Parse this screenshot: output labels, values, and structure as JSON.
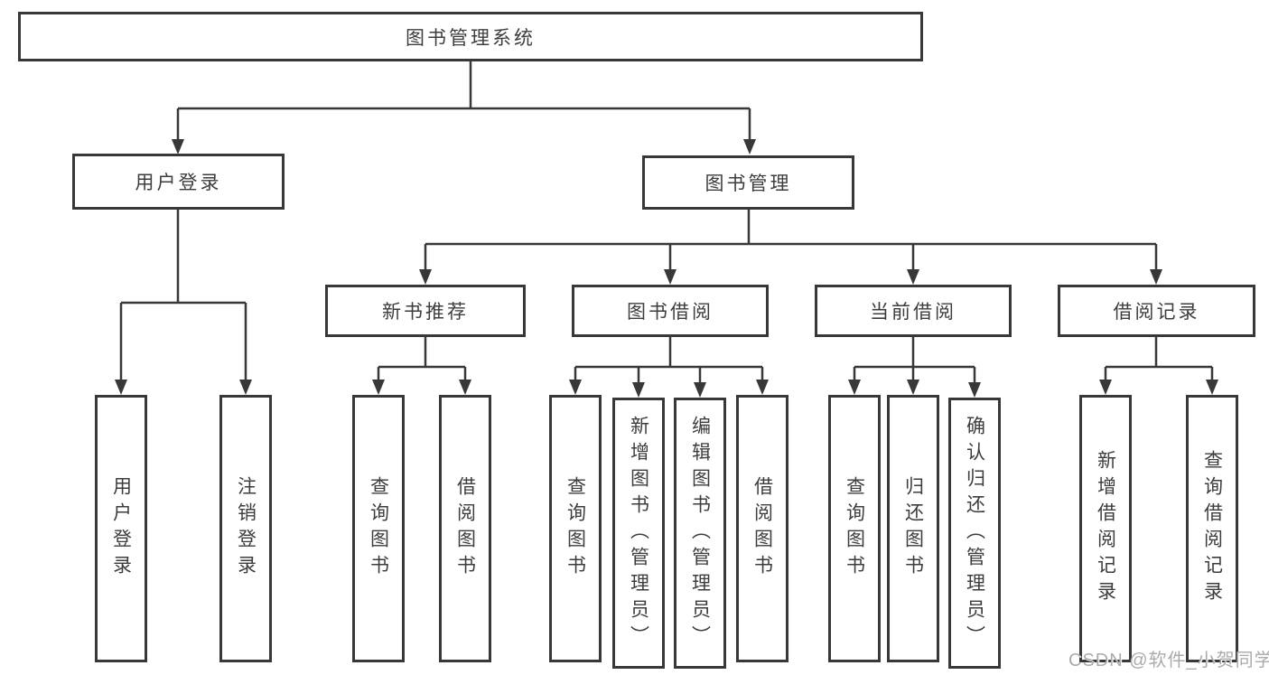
{
  "diagram": {
    "root": {
      "label": "图书管理系统"
    },
    "branches": [
      {
        "label": "用户登录",
        "children": [
          {
            "label": "用户登录"
          },
          {
            "label": "注销登录"
          }
        ]
      },
      {
        "label": "图书管理",
        "children": [
          {
            "label": "新书推荐",
            "children": [
              {
                "label": "查询图书"
              },
              {
                "label": "借阅图书"
              }
            ]
          },
          {
            "label": "图书借阅",
            "children": [
              {
                "label": "查询图书"
              },
              {
                "label": "新增图书（管理员）"
              },
              {
                "label": "编辑图书（管理员）"
              },
              {
                "label": "借阅图书"
              }
            ]
          },
          {
            "label": "当前借阅",
            "children": [
              {
                "label": "查询图书"
              },
              {
                "label": "归还图书"
              },
              {
                "label": "确认归还（管理员）"
              }
            ]
          },
          {
            "label": "借阅记录",
            "children": [
              {
                "label": "新增借阅记录"
              },
              {
                "label": "查询借阅记录"
              }
            ]
          }
        ]
      }
    ]
  },
  "watermark": {
    "text": "CSDN @软件_小贺同学"
  },
  "colors": {
    "line": "#383838",
    "text": "#3d3d3d",
    "background": "#ffffff",
    "watermark": "#ababab"
  }
}
